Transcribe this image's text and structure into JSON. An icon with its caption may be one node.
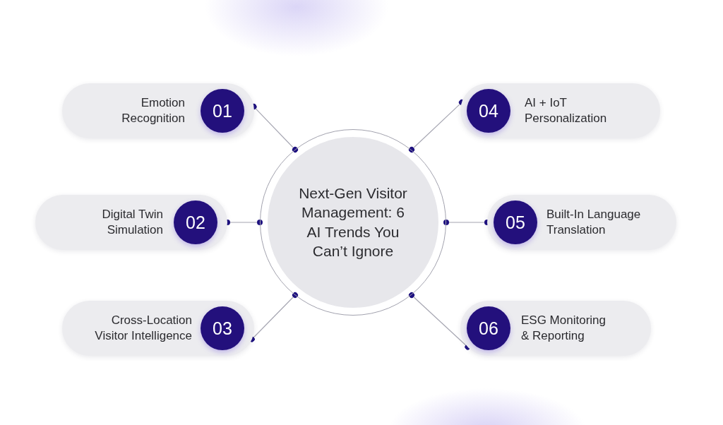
{
  "diagram": {
    "nodes": [
      {
        "text": [
          "Next-Gen Visitor Management: 6 AI Trends You Can’t Ignore"
        ]
      },
      {
        "text": [
          "Emotion Recognition"
        ]
      },
      {
        "text": [
          "01"
        ],
        "in": 1
      },
      {
        "text": [
          "Digital Twin Simulation"
        ]
      },
      {
        "text": [
          "02"
        ],
        "in": 3
      },
      {
        "text": [
          "Cross-Location Visitor Intelligence"
        ]
      },
      {
        "text": [
          "03"
        ],
        "in": 5
      },
      {
        "text": [
          "AI + IoT Personalization"
        ]
      },
      {
        "text": [
          "04"
        ],
        "in": 7
      },
      {
        "text": [
          "Built-In Language Translation"
        ]
      },
      {
        "text": [
          "05"
        ],
        "in": 9
      },
      {
        "text": [
          "ESG Monitoring & Reporting"
        ]
      },
      {
        "text": [
          "06"
        ],
        "in": 11
      }
    ],
    "edges": [
      {
        "from": 0,
        "to": 1,
        "arrow": "other"
      },
      {
        "from": 0,
        "to": 3,
        "arrow": "other"
      },
      {
        "from": 0,
        "to": 5,
        "arrow": "other"
      },
      {
        "from": 0,
        "to": 7,
        "arrow": "other"
      },
      {
        "from": 0,
        "to": 9,
        "arrow": "other"
      },
      {
        "from": 0,
        "to": 11,
        "arrow": "other"
      }
    ]
  }
}
